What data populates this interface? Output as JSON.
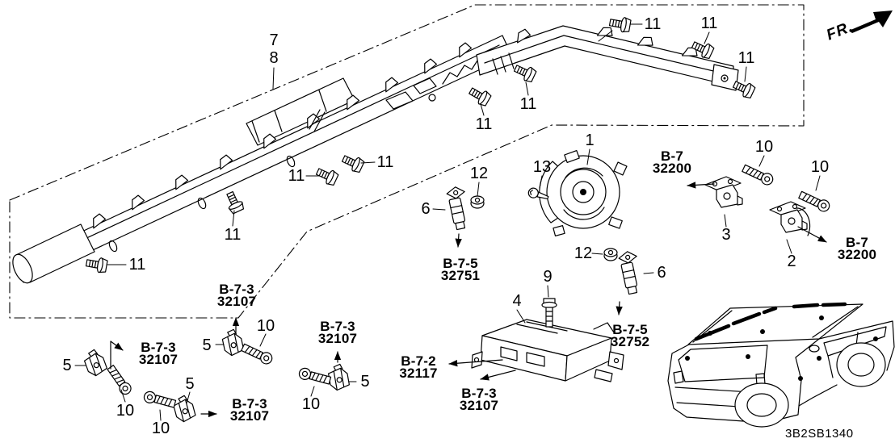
{
  "page": {
    "paper_color": "#ffffff",
    "ink_color": "#000000"
  },
  "diagram_code": {
    "label": "3B2SB1340"
  },
  "fr_indicator": {
    "label": "FR.",
    "arrow_icon": "arrow-up-right"
  },
  "callouts": [
    {
      "label": "7"
    },
    {
      "label": "8"
    },
    {
      "label": "11"
    },
    {
      "label": "11"
    },
    {
      "label": "11"
    },
    {
      "label": "11"
    },
    {
      "label": "11"
    },
    {
      "label": "11"
    },
    {
      "label": "11"
    },
    {
      "label": "11"
    },
    {
      "label": "11"
    },
    {
      "label": "1"
    },
    {
      "label": "13"
    },
    {
      "label": "12"
    },
    {
      "label": "6"
    },
    {
      "label": "12"
    },
    {
      "label": "6"
    },
    {
      "label": "9"
    },
    {
      "label": "4"
    },
    {
      "label": "10"
    },
    {
      "label": "10"
    },
    {
      "label": "3"
    },
    {
      "label": "2"
    },
    {
      "label": "5"
    },
    {
      "label": "5"
    },
    {
      "label": "5"
    },
    {
      "label": "5"
    },
    {
      "label": "10"
    },
    {
      "label": "10"
    },
    {
      "label": "10"
    },
    {
      "label": "10"
    }
  ],
  "ref_labels": [
    {
      "line1": "B-7",
      "line2": "32200"
    },
    {
      "line1": "B-7",
      "line2": "32200"
    },
    {
      "line1": "B-7-3",
      "line2": "32107"
    },
    {
      "line1": "B-7-3",
      "line2": "32107"
    },
    {
      "line1": "B-7-3",
      "line2": "32107"
    },
    {
      "line1": "B-7-3",
      "line2": "32107"
    },
    {
      "line1": "B-7-3",
      "line2": "32107"
    },
    {
      "line1": "B-7-5",
      "line2": "32751"
    },
    {
      "line1": "B-7-5",
      "line2": "32752"
    },
    {
      "line1": "B-7-2",
      "line2": "32117"
    }
  ]
}
